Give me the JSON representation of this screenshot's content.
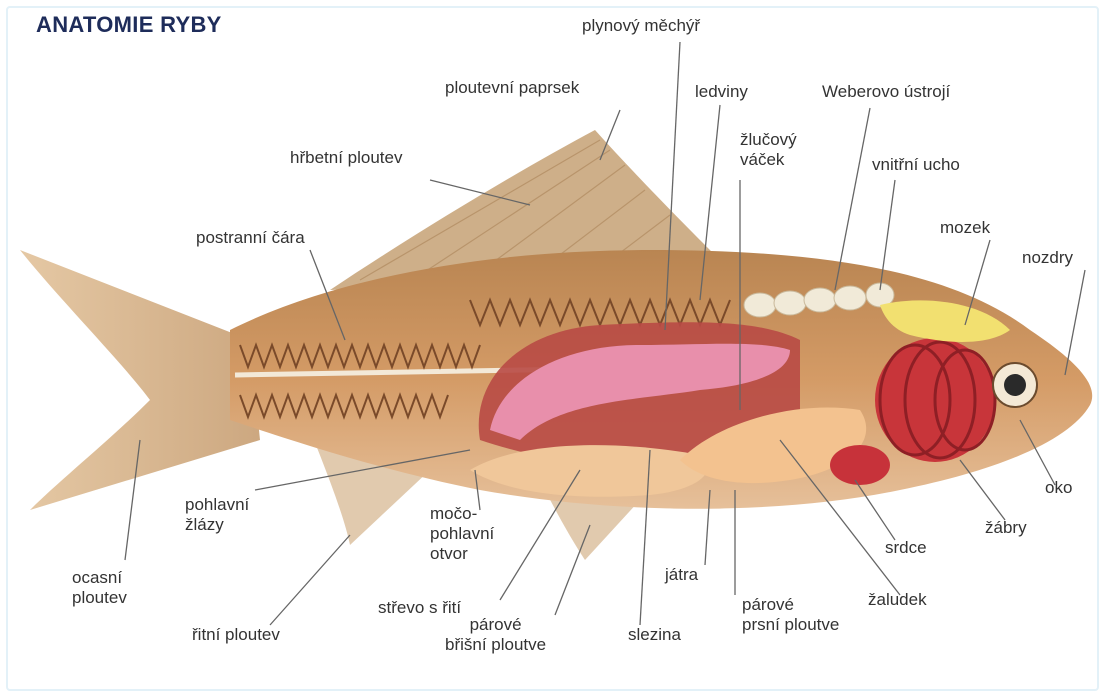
{
  "title": "ANATOMIE RYBY",
  "labels": {
    "plynovy_mechyr": "plynový měchýř",
    "ploutevni_paprsek": "ploutevní paprsek",
    "ledviny": "ledviny",
    "weberovo_ustroji": "Weberovo ústrojí",
    "zlucovy_vacek": [
      "žlučový",
      "váček"
    ],
    "hrbetni_ploutev": "hřbetní ploutev",
    "vnitrni_ucho": "vnitřní ucho",
    "mozek": "mozek",
    "nozdry": "nozdry",
    "postranni_cara": "postranní čára",
    "oko": "oko",
    "zabry": "žábry",
    "srdce": "srdce",
    "zaludek": "žaludek",
    "jatra": "játra",
    "parove_prsni_ploutve": [
      "párové",
      "prsní ploutve"
    ],
    "slezina": "slezina",
    "parove_brisni_ploutve": [
      "párové",
      "břišní ploutve"
    ],
    "strevo_s_riti": "střevo s řití",
    "mocopohlavni_otvor": [
      "močo-",
      "pohlavní",
      "otvor"
    ],
    "pohlavni_zlazy": [
      "pohlavní",
      "žlázy"
    ],
    "ocasni_ploutev": [
      "ocasní",
      "ploutev"
    ],
    "ritni_ploutev": "řitní ploutev"
  },
  "colors": {
    "title": "#1e2c5a",
    "body": "#c08a5a",
    "fin": "#d6b78f",
    "gills": "#c8353a",
    "swim_bladder": "#e58aa6",
    "brain": "#f2e070"
  }
}
